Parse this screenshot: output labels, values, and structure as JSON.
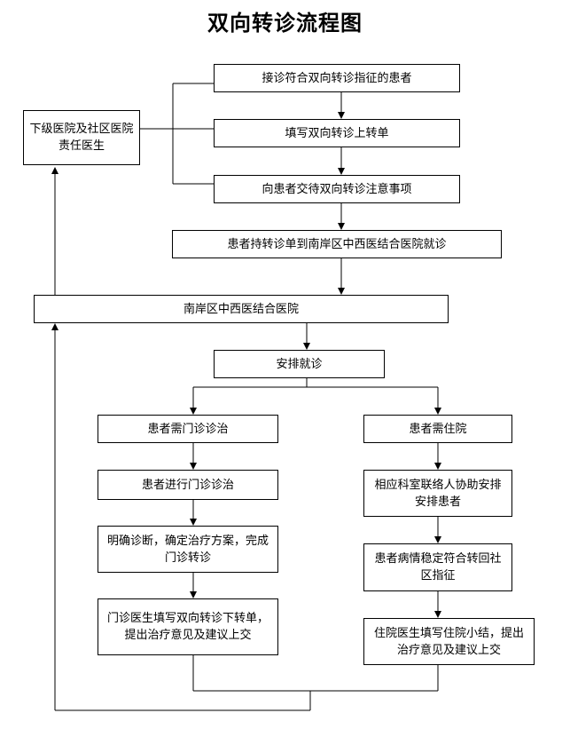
{
  "title": "双向转诊流程图",
  "nodes": {
    "community_doctor": "下级医院及社区医院责任医生",
    "receive_patient": "接诊符合双向转诊指征的患者",
    "fill_form": "填写双向转诊上转单",
    "explain_notes": "向患者交待双向转诊注意事项",
    "patient_to_hospital": "患者持转诊单到南岸区中西医结合医院就诊",
    "hospital": "南岸区中西医结合医院",
    "arrange": "安排就诊",
    "need_outpatient": "患者需门诊诊治",
    "need_inpatient": "患者需住院",
    "outpatient_treatment": "患者进行门诊诊治",
    "diagnose": "明确诊断，确定治疗方案，完成门诊转诊",
    "outpatient_form": "门诊医生填写双向转诊下转单，提出治疗意见及建议上交",
    "ward_arrange": "相应科室联络人协助安排安排患者",
    "condition_stable": "患者病情稳定符合转回社区指征",
    "inpatient_summary": "住院医生填写住院小结，提出治疗意见及建议上交"
  }
}
